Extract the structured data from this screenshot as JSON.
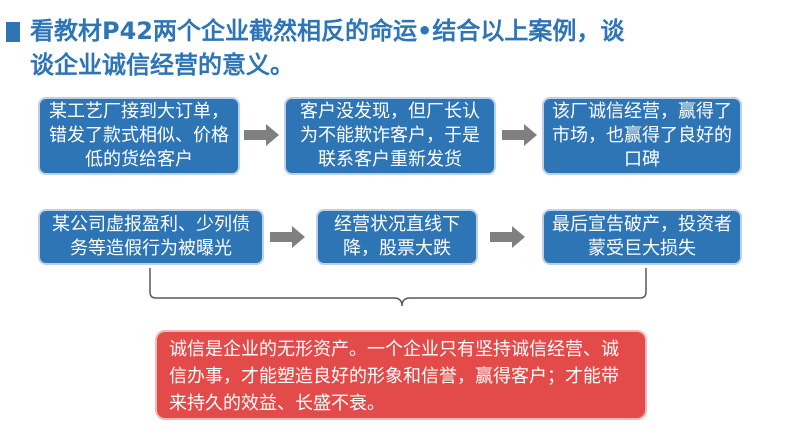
{
  "heading": {
    "line1": "看教材P42两个企业截然相反的命运•结合以上案例，谈",
    "line2": "谈企业诚信经营的意义。"
  },
  "row1": [
    {
      "text": "某工艺厂接到大订单，错发了款式相似、价格低的货给客户"
    },
    {
      "text": "客户没发现，但厂长认为不能欺诈客户，于是联系客户重新发货"
    },
    {
      "text": "该厂诚信经营，赢得了市场，也赢得了良好的口碑"
    }
  ],
  "row2": [
    {
      "text": "某公司虚报盈利、少列债务等造假行为被曝光"
    },
    {
      "text": "经营状况直线下降，股票大跌"
    },
    {
      "text": "最后宣告破产，投资者蒙受巨大损失"
    }
  ],
  "conclusion": {
    "text": "诚信是企业的无形资产。一个企业只有坚持诚信经营、诚信办事，才能塑造良好的形象和信誉，赢得客户；才能带来持久的效益、长盛不衰。"
  },
  "colors": {
    "accent": "#2e75b6",
    "conclusion": "#e24b4a",
    "arrow": "#808080"
  }
}
